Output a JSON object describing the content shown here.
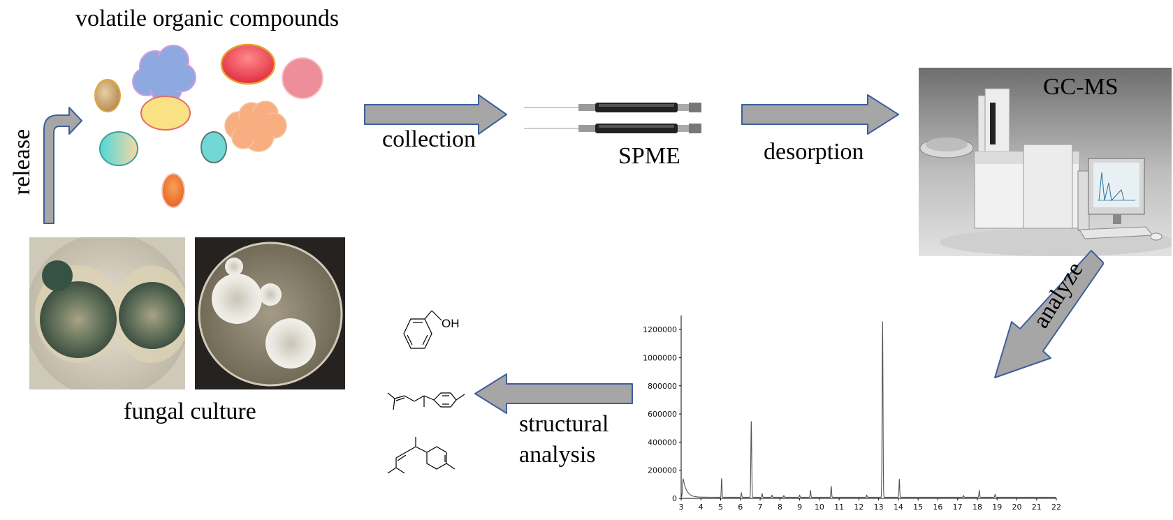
{
  "title": "volatile organic compounds",
  "labels": {
    "release": "release",
    "collection": "collection",
    "spme": "SPME",
    "desorption": "desorption",
    "gcms": "GC-MS",
    "analyze": "analyze",
    "structural_line1": "structural",
    "structural_line2": "analysis",
    "fungal_culture": "fungal culture",
    "oh_group": "OH"
  },
  "colors": {
    "arrow_fill": "#a6a6a6",
    "arrow_stroke": "#3f5f9b",
    "blob_blue": "#8ea9e0",
    "blob_red": "#e33345",
    "blob_pink": "#ee8e9a",
    "blob_tan": "#c8a677",
    "blob_yellow": "#f9e283",
    "blob_peach": "#f8ae80",
    "blob_teal": "#72d8d5",
    "blob_orange": "#ee7a2c",
    "chromatogram_line": "#555555"
  },
  "chart_data": {
    "type": "line",
    "title": "",
    "xlabel": "",
    "ylabel": "",
    "xlim": [
      3,
      22
    ],
    "ylim": [
      0,
      1300000
    ],
    "x_ticks": [
      3,
      4,
      5,
      6,
      7,
      8,
      9,
      10,
      11,
      12,
      13,
      14,
      15,
      16,
      17,
      18,
      19,
      20,
      21,
      22
    ],
    "y_ticks": [
      0,
      200000,
      400000,
      600000,
      800000,
      1000000,
      1200000
    ],
    "baseline": 8000,
    "initial_peak": {
      "x": 3.1,
      "y": 140000
    },
    "peaks": [
      {
        "x": 5.05,
        "y": 135000
      },
      {
        "x": 6.05,
        "y": 30000
      },
      {
        "x": 6.55,
        "y": 540000
      },
      {
        "x": 7.1,
        "y": 25000
      },
      {
        "x": 7.6,
        "y": 15000
      },
      {
        "x": 8.2,
        "y": 12000
      },
      {
        "x": 9.0,
        "y": 15000
      },
      {
        "x": 9.55,
        "y": 50000
      },
      {
        "x": 10.6,
        "y": 80000
      },
      {
        "x": 12.4,
        "y": 15000
      },
      {
        "x": 13.2,
        "y": 1250000
      },
      {
        "x": 14.05,
        "y": 130000
      },
      {
        "x": 17.3,
        "y": 12000
      },
      {
        "x": 18.1,
        "y": 50000
      },
      {
        "x": 18.9,
        "y": 20000
      }
    ]
  }
}
